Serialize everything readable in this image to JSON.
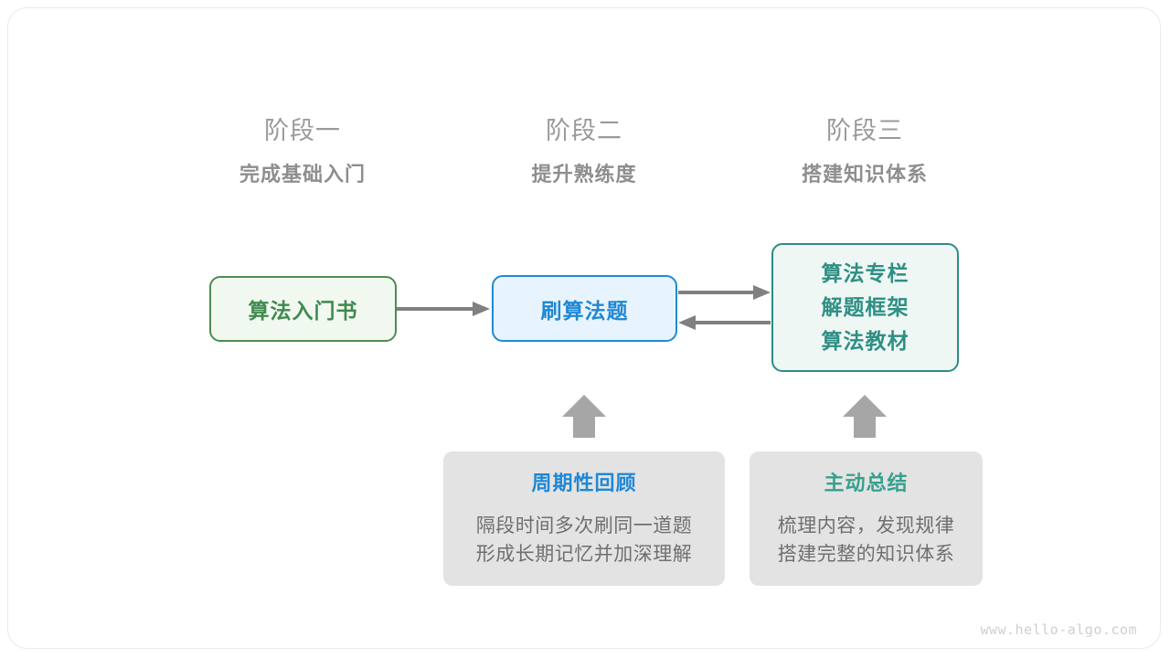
{
  "diagram": {
    "watermark": "www.hello-algo.com",
    "stages": [
      {
        "title": "阶段一",
        "subtitle": "完成基础入门"
      },
      {
        "title": "阶段二",
        "subtitle": "提升熟练度"
      },
      {
        "title": "阶段三",
        "subtitle": "搭建知识体系"
      }
    ],
    "nodes": {
      "book": {
        "label": "算法入门书",
        "color": "#3f8a4e",
        "border": "#4d8b4f",
        "fill": "#f1f8f0"
      },
      "practice": {
        "label": "刷算法题",
        "color": "#2087d4",
        "border": "#1f8ad6",
        "fill": "#e8f4fd"
      },
      "resources": {
        "line1": "算法专栏",
        "line2": "解题框架",
        "line3": "算法教材",
        "color": "#2f8f84",
        "border": "#2d8b85",
        "fill": "#eef7f4"
      }
    },
    "cards": [
      {
        "title": "周期性回顾",
        "title_color": "#2087d4",
        "body_line1": "隔段时间多次刷同一道题",
        "body_line2": "形成长期记忆并加深理解"
      },
      {
        "title": "主动总结",
        "title_color": "#35a08e",
        "body_line1": "梳理内容，发现规律",
        "body_line2": "搭建完整的知识体系"
      }
    ],
    "arrow_color": "#808080",
    "up_arrow_color": "#a6a6a6"
  }
}
